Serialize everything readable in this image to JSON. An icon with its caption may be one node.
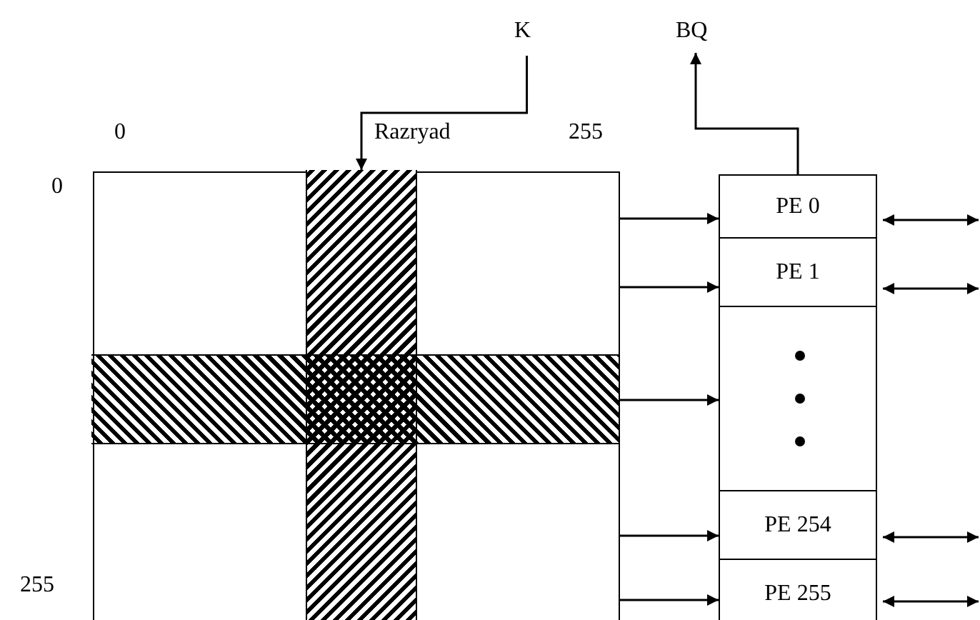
{
  "diagram": {
    "nodes": [
      {
        "text": [
          "K"
        ]
      },
      {
        "text": [
          "BQ"
        ]
      },
      {
        "text": [],
        "shape": "box"
      },
      {
        "text": [],
        "shape": "bar",
        "in": 2
      },
      {
        "text": [],
        "shape": "bar",
        "in": 2
      },
      {
        "text": [
          "PE 0"
        ]
      },
      {
        "text": [
          "PE 1"
        ]
      },
      {
        "text": [],
        "shape": "box"
      },
      {
        "text": [
          "PE 254"
        ]
      },
      {
        "text": [
          "PE 255"
        ]
      }
    ],
    "edges": [
      {
        "from": 0,
        "to": 3,
        "arrow": "to"
      },
      {
        "from": 5,
        "to": 1,
        "arrow": "to"
      },
      {
        "from": 2,
        "to": 5,
        "arrow": "to"
      },
      {
        "from": 2,
        "to": 6,
        "arrow": "to"
      },
      {
        "from": 2,
        "to": 7,
        "arrow": "to"
      },
      {
        "from": 2,
        "to": 8,
        "arrow": "to"
      },
      {
        "from": 2,
        "to": 9,
        "arrow": "to"
      },
      {
        "from": 5,
        "to": null,
        "arrow": "both"
      },
      {
        "from": 6,
        "to": null,
        "arrow": "both"
      },
      {
        "from": 8,
        "to": null,
        "arrow": "both"
      },
      {
        "from": 9,
        "to": null,
        "arrow": "both"
      }
    ],
    "labels": [
      "0",
      "Razryad",
      "255",
      "0",
      "255"
    ]
  }
}
